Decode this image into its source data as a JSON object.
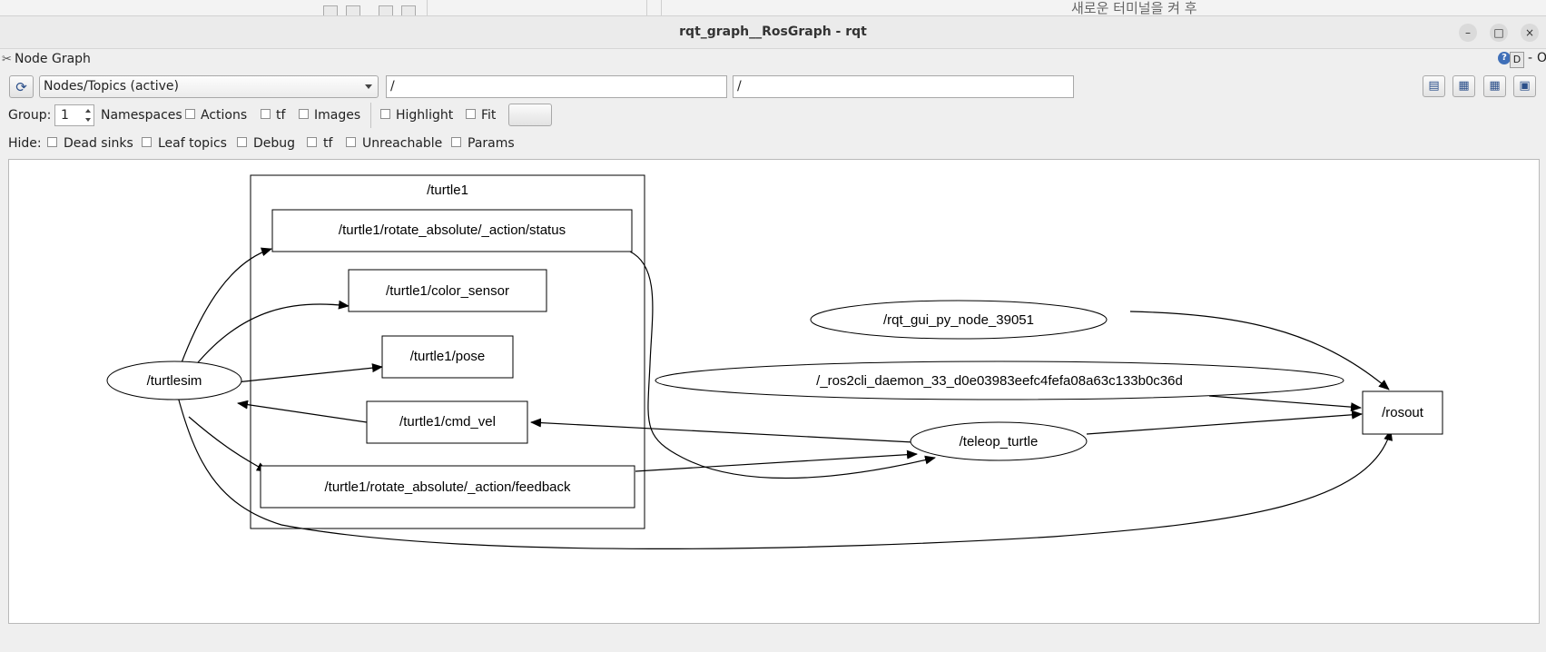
{
  "background_window": {
    "korean_text": "새로운 터미널을 켜 후"
  },
  "window": {
    "title": "rqt_graph__RosGraph - rqt",
    "minimize_label": "–",
    "maximize_label": "□",
    "close_label": "×"
  },
  "plugin": {
    "title": "Node Graph",
    "d_label": "D",
    "help_label": "?",
    "dash_label": "-",
    "close_label": "O"
  },
  "toolbar": {
    "mode_value": "Nodes/Topics (active)",
    "node_filter": "/",
    "topic_filter": "/"
  },
  "options": {
    "group_label": "Group:",
    "group_value": "1",
    "namespaces_label": "Namespaces",
    "actions_label": "Actions",
    "tf_label": "tf",
    "images_label": "Images",
    "highlight_label": "Highlight",
    "fit_label": "Fit"
  },
  "hide": {
    "label": "Hide:",
    "dead_sinks": "Dead sinks",
    "leaf_topics": "Leaf topics",
    "debug": "Debug",
    "tf": "tf",
    "unreachable": "Unreachable",
    "params": "Params"
  },
  "graph": {
    "cluster_label": "/turtle1",
    "nodes": {
      "turtlesim": "/turtlesim",
      "teleop": "/teleop_turtle",
      "rqt_gui": "/rqt_gui_py_node_39051",
      "daemon": "/_ros2cli_daemon_33_d0e03983eefc4fefa08a63c133b0c36d",
      "rosout": "/rosout"
    },
    "topics": {
      "status": "/turtle1/rotate_absolute/_action/status",
      "color_sensor": "/turtle1/color_sensor",
      "pose": "/turtle1/pose",
      "cmd_vel": "/turtle1/cmd_vel",
      "feedback": "/turtle1/rotate_absolute/_action/feedback"
    }
  }
}
